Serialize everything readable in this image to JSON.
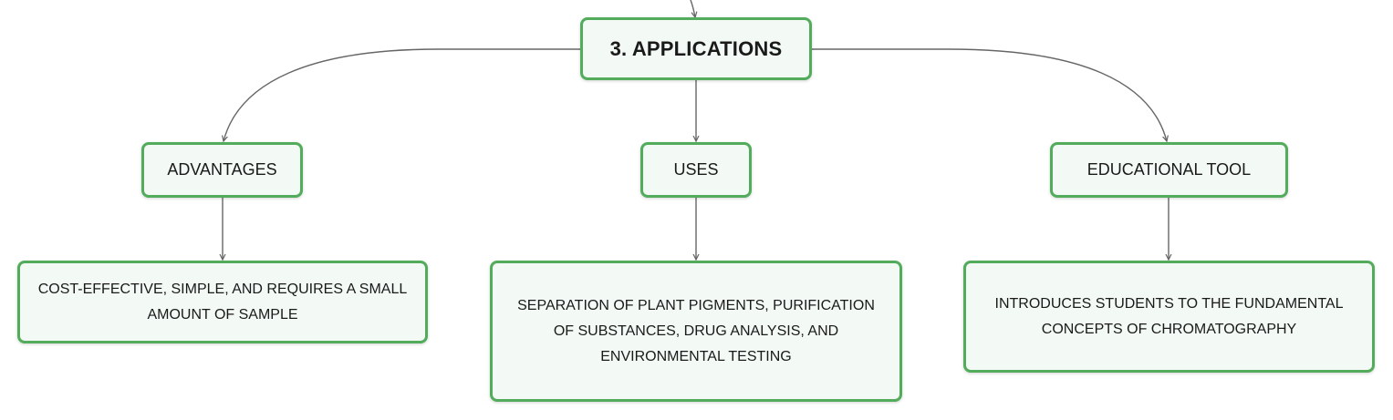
{
  "diagram": {
    "root": {
      "label": "3. APPLICATIONS"
    },
    "branches": [
      {
        "label": "ADVANTAGES",
        "detail": "COST-EFFECTIVE, SIMPLE, AND REQUIRES A SMALL AMOUNT OF SAMPLE"
      },
      {
        "label": "USES",
        "detail": "SEPARATION OF PLANT PIGMENTS, PURIFICATION OF SUBSTANCES, DRUG ANALYSIS, AND ENVIRONMENTAL TESTING"
      },
      {
        "label": "EDUCATIONAL TOOL",
        "detail": "INTRODUCES STUDENTS TO THE FUNDAMENTAL CONCEPTS OF CHROMATOGRAPHY"
      }
    ]
  },
  "colors": {
    "node_border": "#52ac5c",
    "node_fill": "#f3f9f4",
    "connector": "#666666",
    "text": "#1a1a1a"
  }
}
